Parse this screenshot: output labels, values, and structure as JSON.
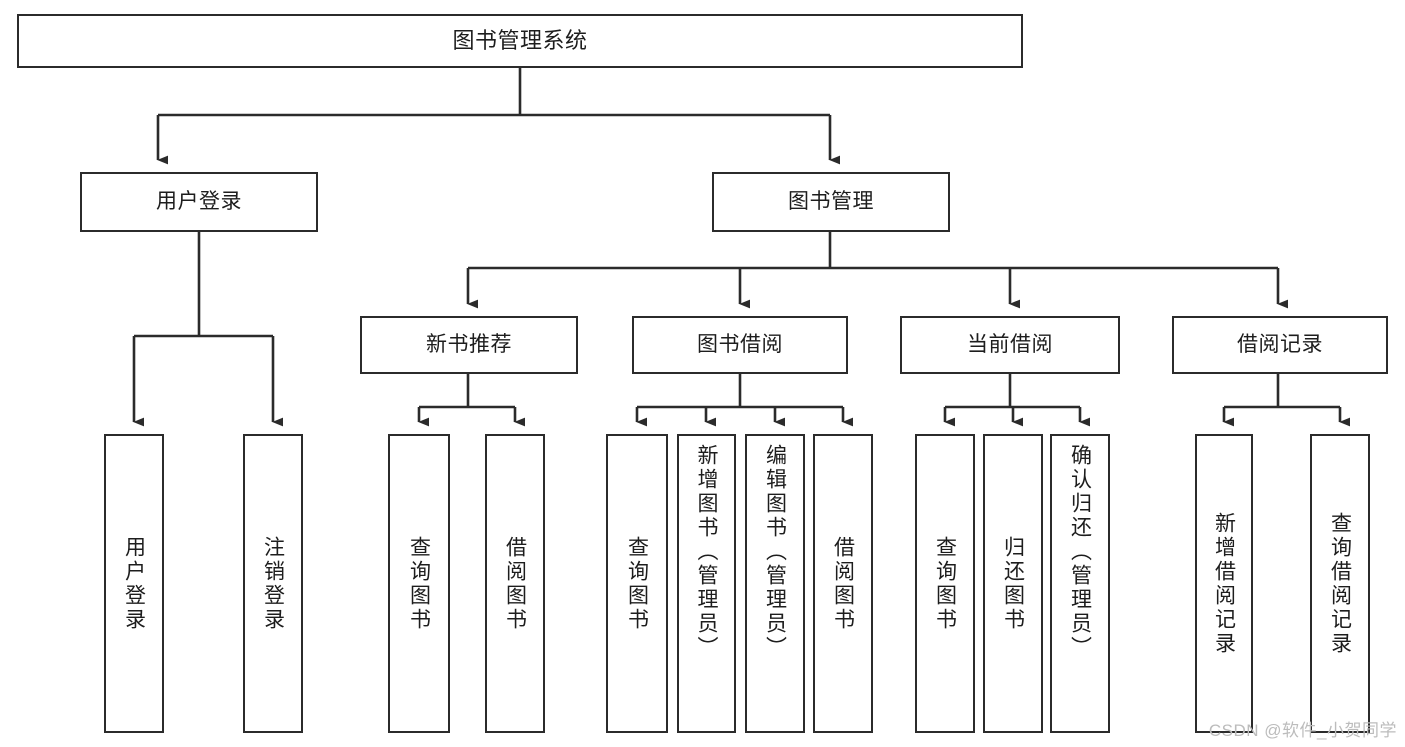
{
  "diagram": {
    "title": "图书管理系统",
    "watermark": "CSDN @软件_小贺同学",
    "colors": {
      "stroke": "#2b2b2b",
      "fill": "#ffffff",
      "text": "#1d1d1d",
      "watermark": "#bcbcbc"
    },
    "root": {
      "label": "图书管理系统"
    },
    "level1": [
      {
        "label": "用户登录"
      },
      {
        "label": "图书管理"
      }
    ],
    "level2": [
      {
        "label": "新书推荐"
      },
      {
        "label": "图书借阅"
      },
      {
        "label": "当前借阅"
      },
      {
        "label": "借阅记录"
      }
    ],
    "leaves": {
      "user_login": [
        {
          "label": "用户登录"
        },
        {
          "label": "注销登录"
        }
      ],
      "new_book_recommend": [
        {
          "label": "查询图书"
        },
        {
          "label": "借阅图书"
        }
      ],
      "book_borrow": [
        {
          "label": "查询图书"
        },
        {
          "label": "新增图书（管理员）"
        },
        {
          "label": "编辑图书（管理员）"
        },
        {
          "label": "借阅图书"
        }
      ],
      "current_borrow": [
        {
          "label": "查询图书"
        },
        {
          "label": "归还图书"
        },
        {
          "label": "确认归还（管理员）"
        }
      ],
      "borrow_records": [
        {
          "label": "新增借阅记录"
        },
        {
          "label": "查询借阅记录"
        }
      ]
    }
  }
}
